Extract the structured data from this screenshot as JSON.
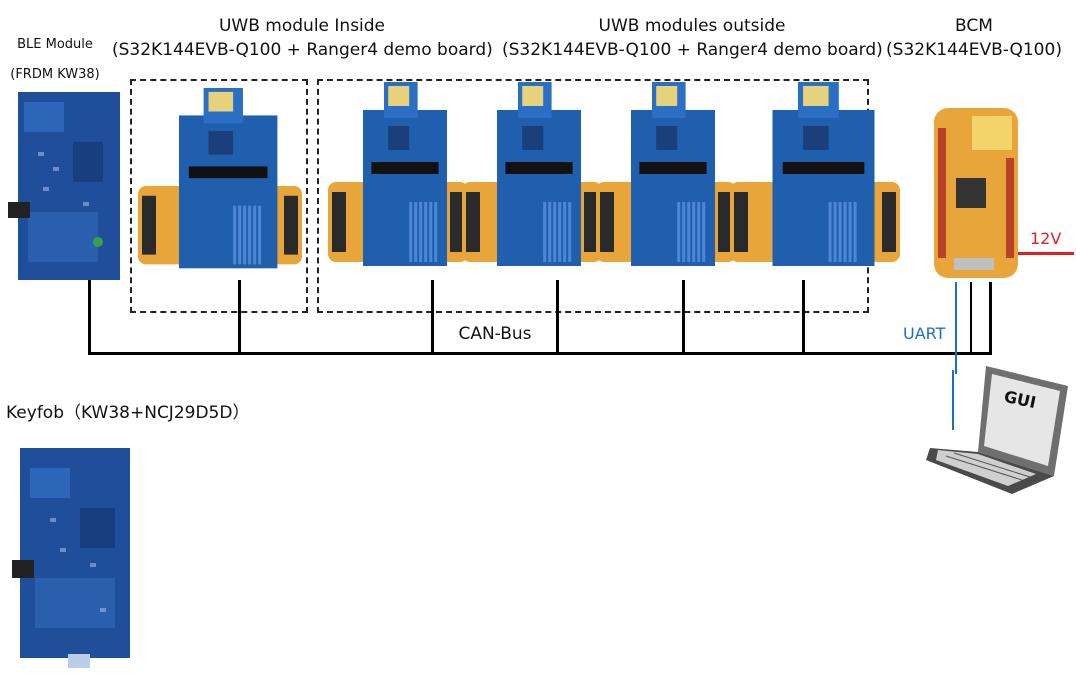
{
  "labels": {
    "ble_module_line1": "BLE Module",
    "ble_module_line2": "(FRDM KW38)",
    "uwb_inside_line1": "UWB module Inside",
    "uwb_inside_line2": "(S32K144EVB-Q100 + Ranger4 demo board)",
    "uwb_outside_line1": "UWB modules outside",
    "uwb_outside_line2": "(S32K144EVB-Q100 + Ranger4 demo board)",
    "bcm_line1": "BCM",
    "bcm_line2": "(S32K144EVB-Q100)",
    "voltage": "12V",
    "uart": "UART",
    "can_bus": "CAN-Bus",
    "keyfob": "Keyfob（KW38+NCJ29D5D）",
    "gui": "GUI"
  },
  "colors": {
    "board_blue": "#1f5fae",
    "board_orange": "#e8a53a",
    "power_line": "#e02020",
    "uart_line": "#1f6fbf",
    "can_line": "#000000"
  },
  "boards": [
    "ble-module-board",
    "uwb-board-inside",
    "uwb-board-outside-1",
    "uwb-board-outside-2",
    "uwb-board-outside-3",
    "uwb-board-outside-4",
    "bcm-board",
    "keyfob-board"
  ]
}
